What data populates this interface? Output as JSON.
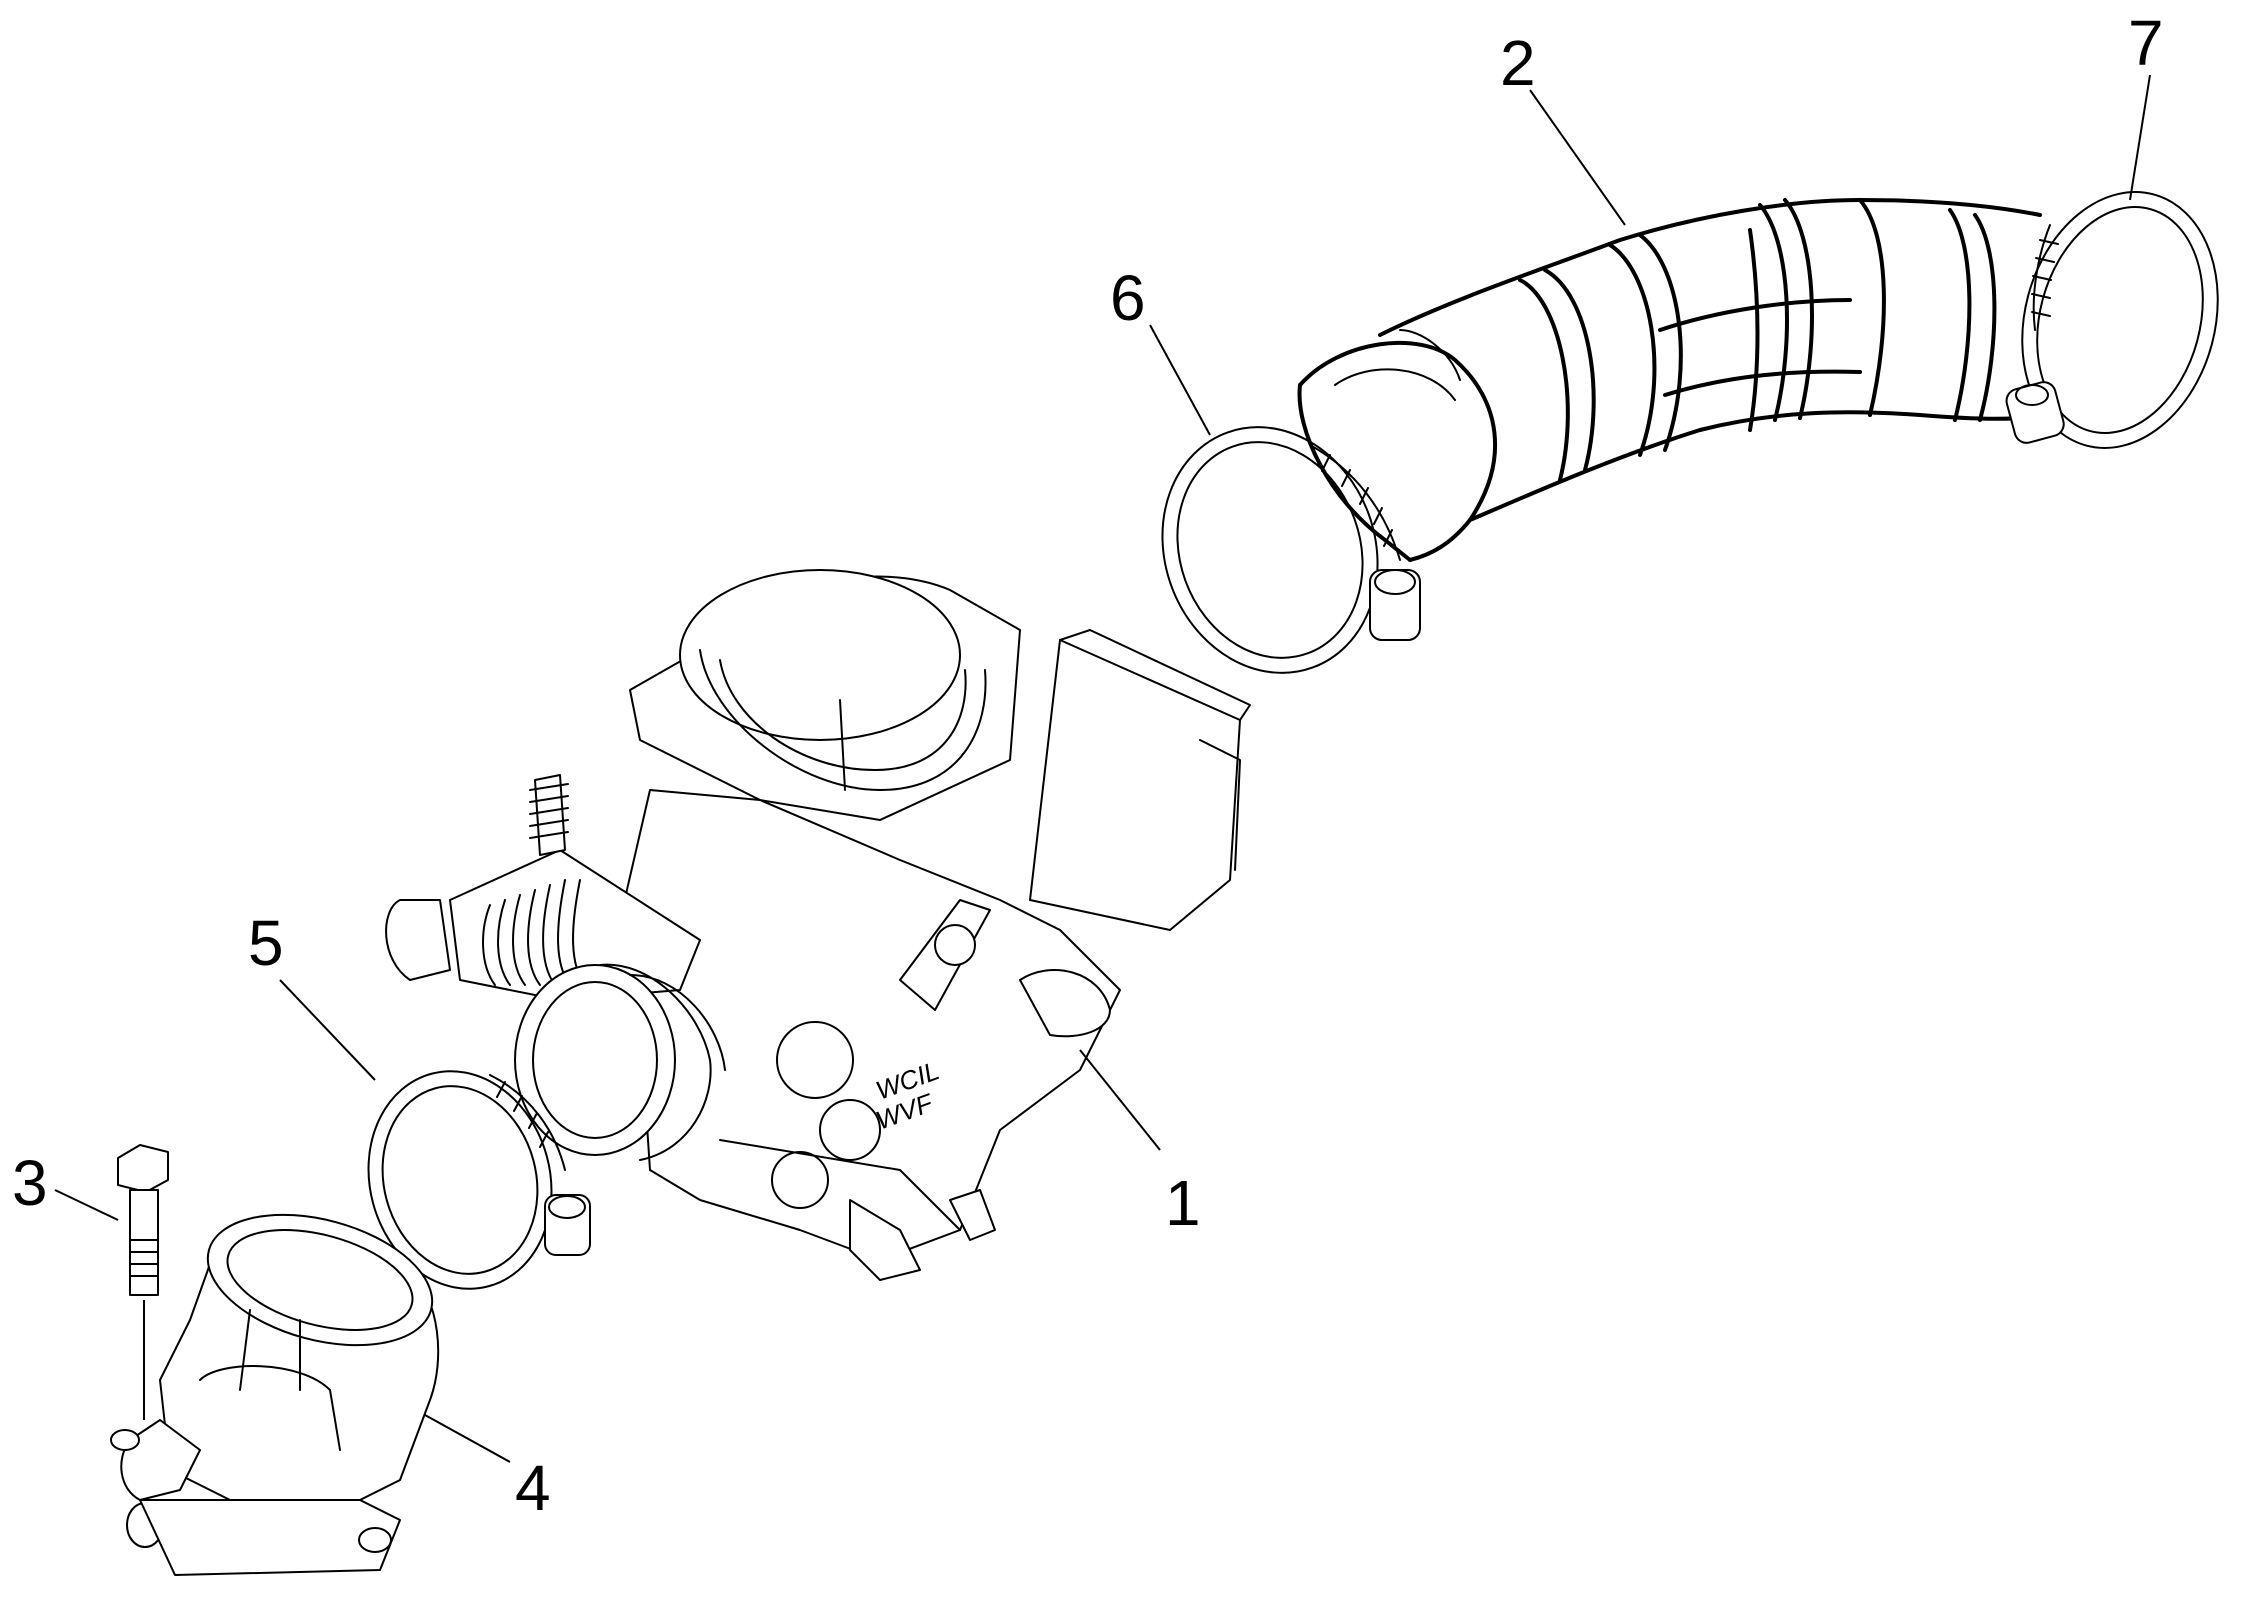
{
  "callouts": [
    {
      "id": "1",
      "label": "1"
    },
    {
      "id": "2",
      "label": "2"
    },
    {
      "id": "3",
      "label": "3"
    },
    {
      "id": "4",
      "label": "4"
    },
    {
      "id": "5",
      "label": "5"
    },
    {
      "id": "6",
      "label": "6"
    },
    {
      "id": "7",
      "label": "7"
    }
  ],
  "carb_stamp": {
    "line1": "WCIL",
    "line2": "WVF"
  }
}
